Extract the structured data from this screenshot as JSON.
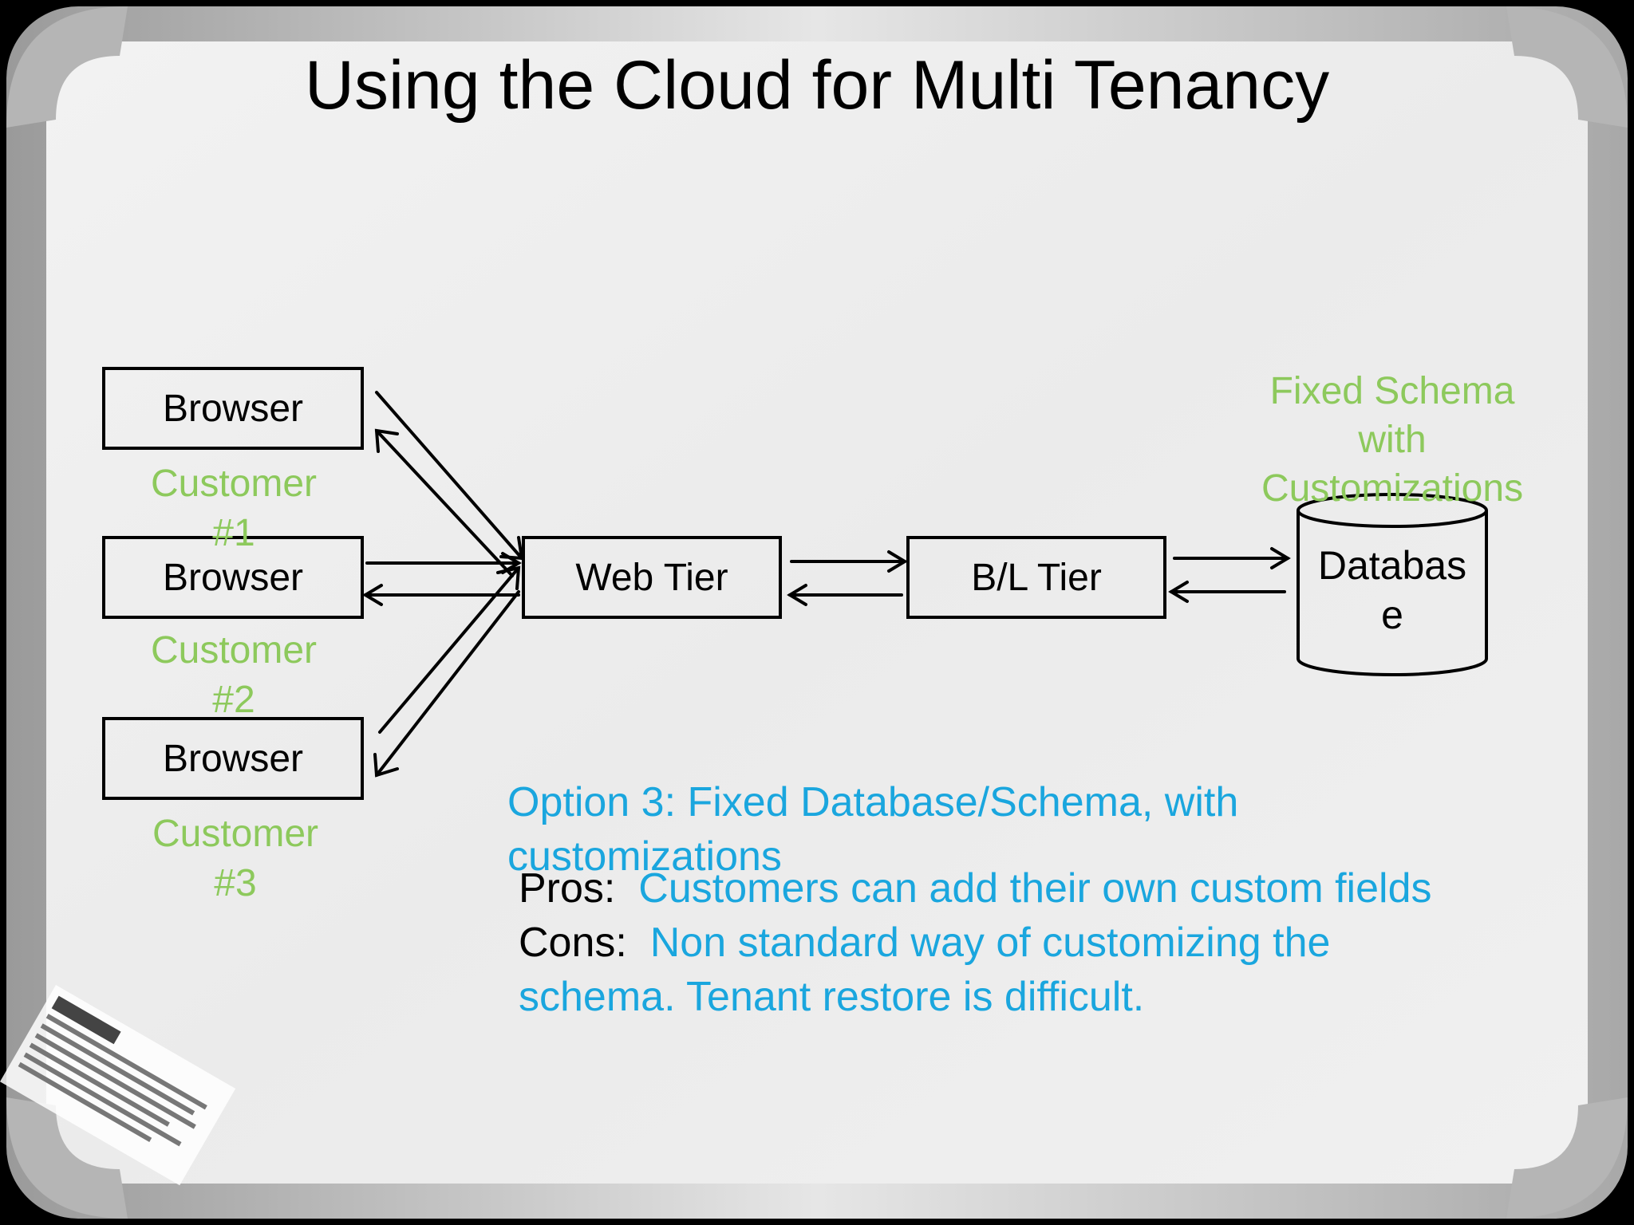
{
  "slide": {
    "title": "Using the Cloud for Multi Tenancy"
  },
  "diagram": {
    "browsers": [
      {
        "label": "Browser",
        "customer_line1": "Customer",
        "customer_line2": "#1"
      },
      {
        "label": "Browser",
        "customer_line1": "Customer",
        "customer_line2": "#2"
      },
      {
        "label": "Browser",
        "customer_line1": "Customer",
        "customer_line2": "#3"
      }
    ],
    "web_tier": "Web Tier",
    "bl_tier": "B/L Tier",
    "database_line1": "Databas",
    "database_line2": "e",
    "schema_note": [
      "Fixed Schema",
      "with",
      "Customizations"
    ]
  },
  "notes": {
    "option_line1": "Option 3:  Fixed Database/Schema, with",
    "option_line2": "customizations",
    "pros_label": "Pros:",
    "pros_text": "Customers can add their own custom fields",
    "cons_label": "Cons:",
    "cons_text": "Non standard way of customizing the",
    "cons_text2": "schema.  Tenant restore is difficult."
  },
  "colors": {
    "green_text": "#8dc95c",
    "blue_text": "#1aa6de",
    "board_surface": "#ececec",
    "frame": "#bfbfbf"
  }
}
